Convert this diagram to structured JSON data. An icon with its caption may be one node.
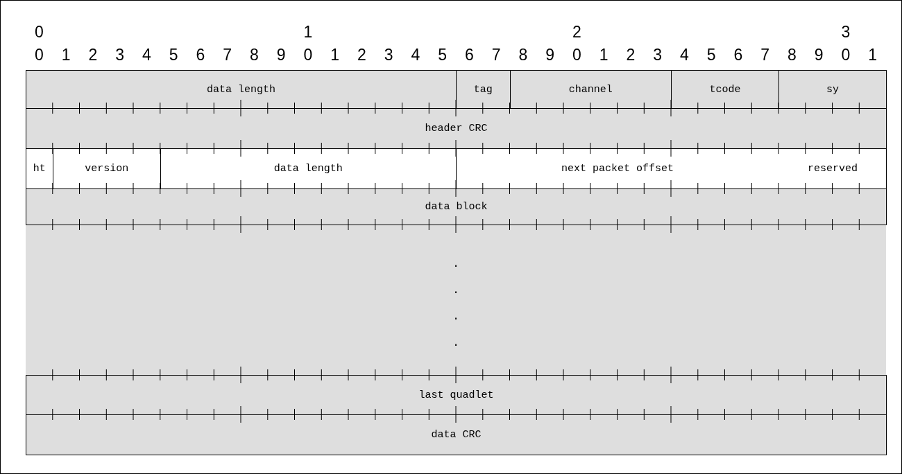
{
  "diagram": {
    "nodes": [
      {
        "text": [
          "data length"
        ]
      },
      {
        "text": [
          "tag"
        ]
      },
      {
        "text": [
          "channel"
        ]
      },
      {
        "text": [
          "tcode"
        ]
      },
      {
        "text": [
          "sy"
        ]
      },
      {
        "text": [
          "header CRC"
        ]
      },
      {
        "text": [
          "ht"
        ]
      },
      {
        "text": [
          "version"
        ]
      },
      {
        "text": [
          "data length"
        ]
      },
      {
        "text": [
          "next packet offset"
        ]
      },
      {
        "text": [
          "reserved"
        ]
      },
      {
        "text": [
          "data block"
        ]
      },
      {
        "text": [
          "last quadlet"
        ]
      },
      {
        "text": [
          "data CRC"
        ]
      }
    ],
    "edges": [],
    "labels": [
      "0",
      "1",
      "2",
      "3",
      "0",
      "1",
      "2",
      "3",
      "4",
      "5",
      "6",
      "7",
      "8",
      "9",
      "0",
      "1",
      "2",
      "3",
      "4",
      "5",
      "6",
      "7",
      "8",
      "9",
      "0",
      "1",
      "2",
      "3",
      "4",
      "5",
      "6",
      "7",
      "8",
      "9",
      "0",
      "1",
      ".",
      ".",
      ".",
      "."
    ]
  }
}
